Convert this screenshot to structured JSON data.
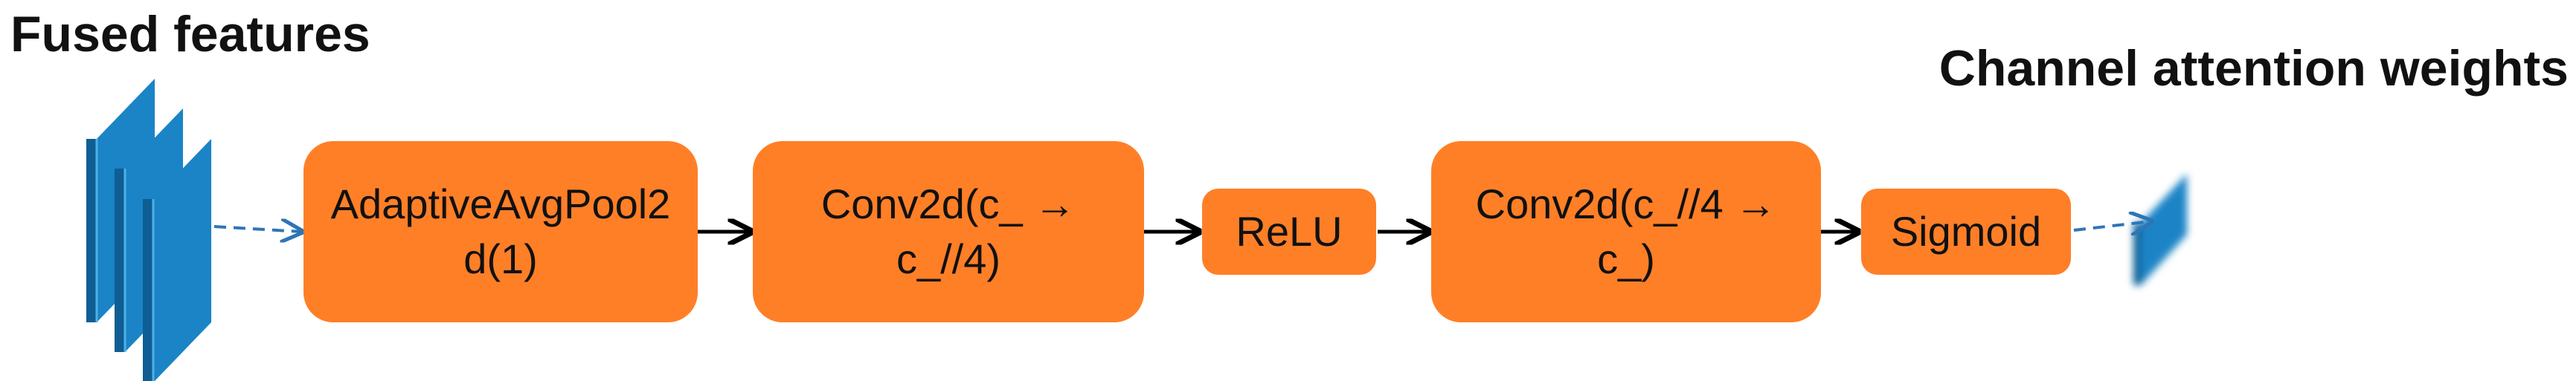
{
  "diagram": {
    "input_label": "Fused features",
    "output_label": "Channel attention weights",
    "blocks": [
      {
        "line1": "AdaptiveAvgPool2",
        "line2": "d(1)"
      },
      {
        "line1": "Conv2d(c_ →",
        "line2": "c_//4)"
      },
      {
        "line1": "ReLU",
        "line2": ""
      },
      {
        "line1": "Conv2d(c_//4 →",
        "line2": "c_)"
      },
      {
        "line1": "Sigmoid",
        "line2": ""
      }
    ],
    "colors": {
      "block_fill": "#FF7F27",
      "feature_map_front": "#1A84C6",
      "feature_map_side": "#0E5E94",
      "dashed_arrow": "#2E75B6",
      "solid_arrow": "#000000"
    }
  }
}
